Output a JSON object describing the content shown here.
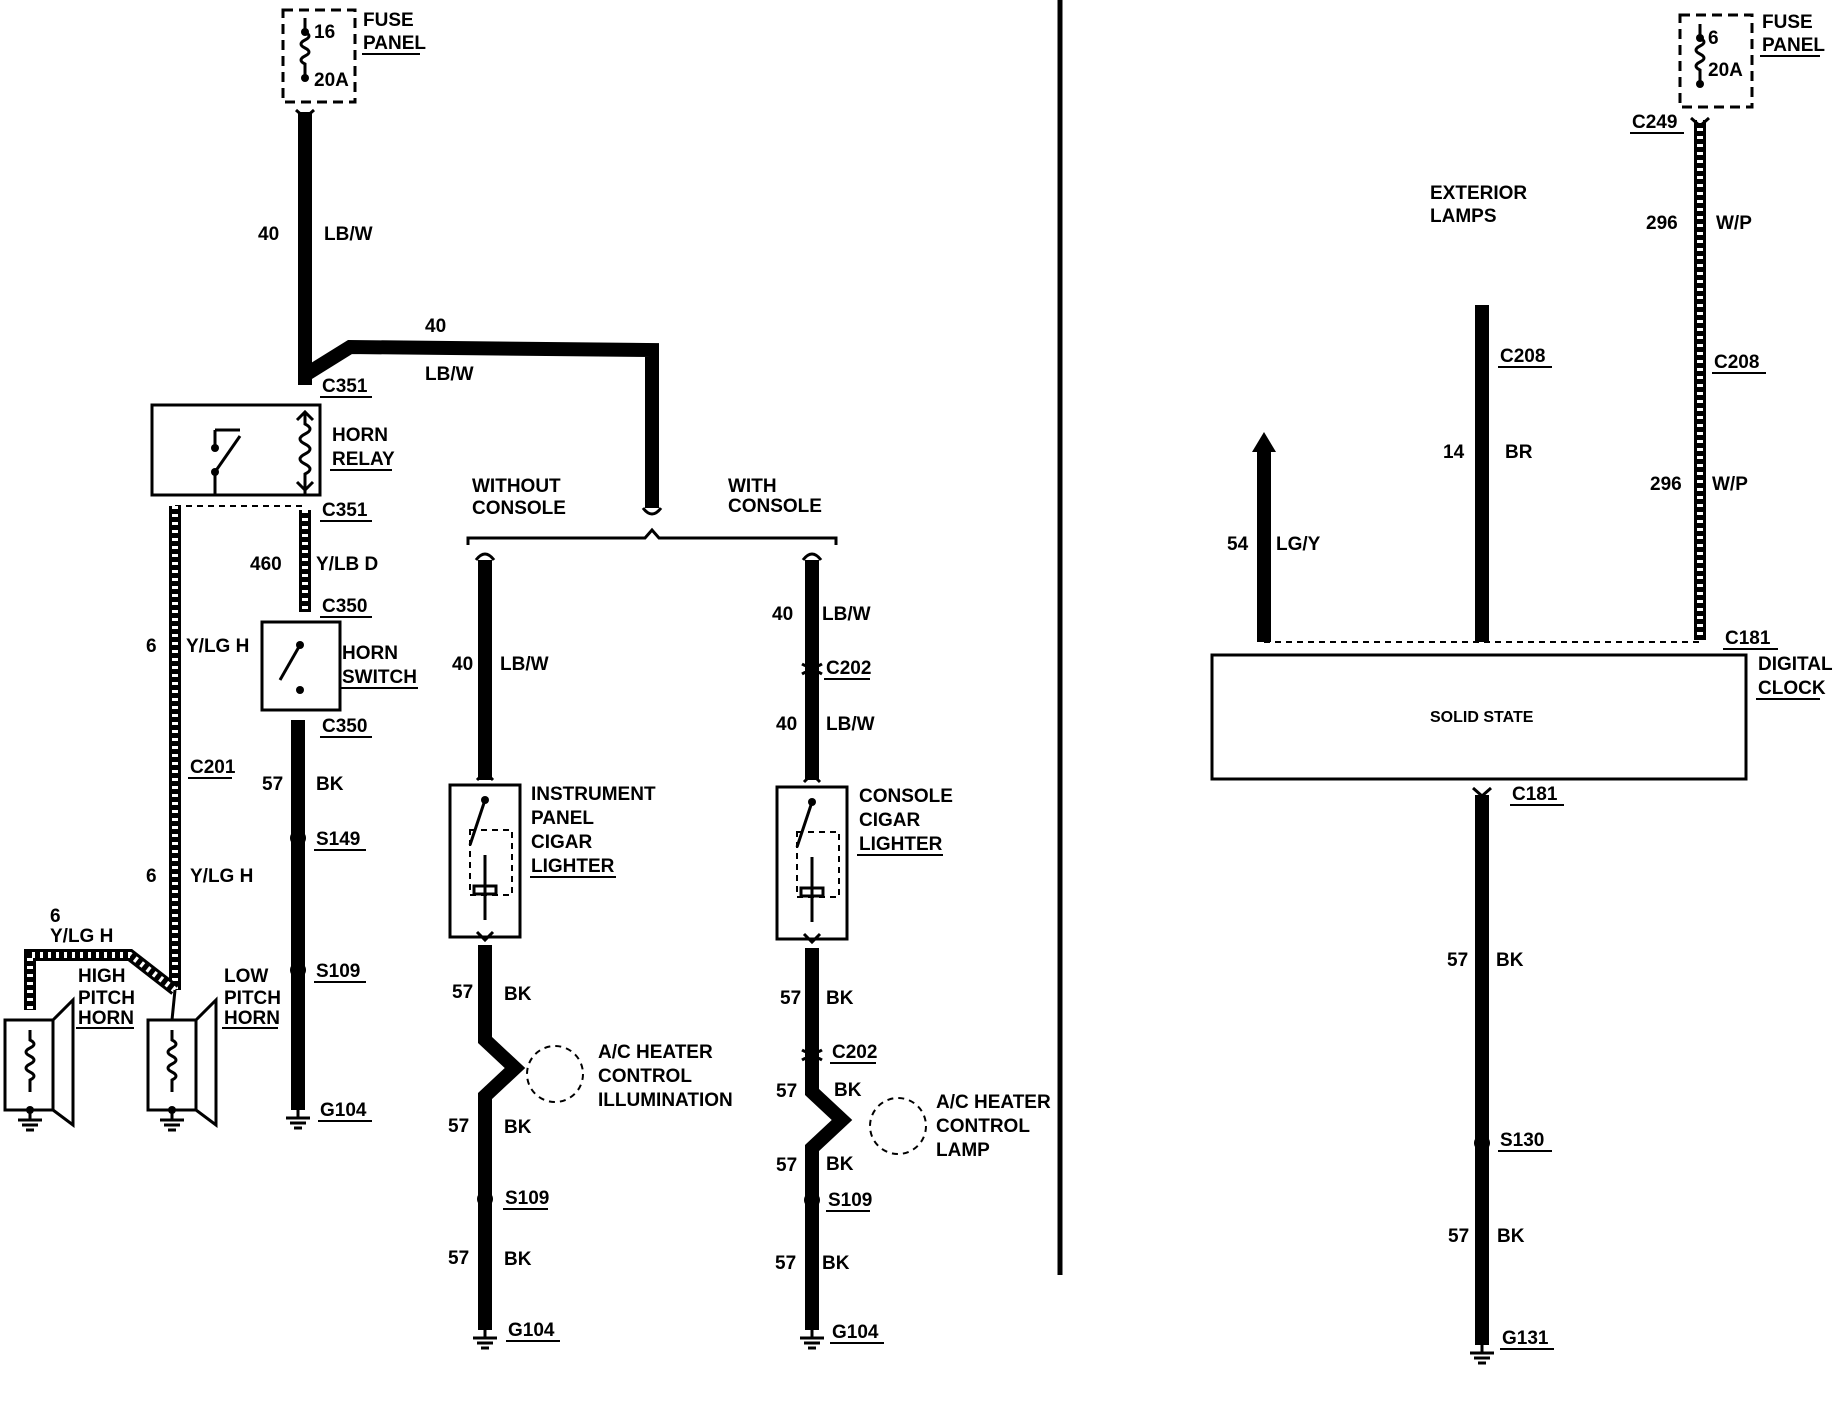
{
  "left_circuit": {
    "fuse_number": "16",
    "fuse_rating": "20A",
    "fuse_label_1": "FUSE",
    "fuse_label_2": "PANEL",
    "feed_wire_number": "40",
    "feed_wire_color": "LB/W",
    "branch_wire_number": "40",
    "branch_wire_color": "LB/W",
    "relay_connector_top": "C351",
    "relay_connector_bottom": "C351",
    "relay_label_1": "HORN",
    "relay_label_2": "RELAY",
    "relay_out_wire_number": "460",
    "relay_out_wire_color": "Y/LB D",
    "switch_connector_top": "C350",
    "switch_connector_bottom": "C350",
    "switch_label_1": "HORN",
    "switch_label_2": "SWITCH",
    "switch_ground_wire_number": "57",
    "switch_ground_wire_color": "BK",
    "splice_1": "S149",
    "splice_2": "S109",
    "ground_1": "G104",
    "horn_wire_number_1": "6",
    "horn_wire_color_1": "Y/LG H",
    "horn_connector": "C201",
    "horn_wire_number_2": "6",
    "horn_wire_color_2": "Y/LG H",
    "horn_wire_number_3": "6",
    "horn_wire_color_3": "Y/LG H",
    "high_horn_1": "HIGH",
    "high_horn_2": "PITCH",
    "high_horn_3": "HORN",
    "low_horn_1": "LOW",
    "low_horn_2": "PITCH",
    "low_horn_3": "HORN"
  },
  "middle_circuit": {
    "without_console_1": "WITHOUT",
    "without_console_2": "CONSOLE",
    "with_console_1": "WITH",
    "with_console_2": "CONSOLE",
    "ip_feed_number": "40",
    "ip_feed_color": "LB/W",
    "ip_lighter_1": "INSTRUMENT",
    "ip_lighter_2": "PANEL",
    "ip_lighter_3": "CIGAR",
    "ip_lighter_4": "LIGHTER",
    "ip_ground_number_1": "57",
    "ip_ground_color_1": "BK",
    "ac_illum_1": "A/C HEATER",
    "ac_illum_2": "CONTROL",
    "ac_illum_3": "ILLUMINATION",
    "ip_ground_number_2": "57",
    "ip_ground_color_2": "BK",
    "ip_splice": "S109",
    "ip_ground_number_3": "57",
    "ip_ground_color_3": "BK",
    "ip_ground": "G104",
    "con_feed_number_1": "40",
    "con_feed_color_1": "LB/W",
    "con_connector": "C202",
    "con_feed_number_2": "40",
    "con_feed_color_2": "LB/W",
    "con_lighter_1": "CONSOLE",
    "con_lighter_2": "CIGAR",
    "con_lighter_3": "LIGHTER",
    "con_ground_number_1": "57",
    "con_ground_color_1": "BK",
    "con_connector_2": "C202",
    "con_ground_number_2": "57",
    "con_ground_color_2": "BK",
    "ac_lamp_1": "A/C HEATER",
    "ac_lamp_2": "CONTROL",
    "ac_lamp_3": "LAMP",
    "con_ground_number_3": "57",
    "con_ground_color_3": "BK",
    "con_splice": "S109",
    "con_ground_number_4": "57",
    "con_ground_color_4": "BK",
    "con_ground": "G104"
  },
  "right_circuit": {
    "fuse_number": "6",
    "fuse_rating": "20A",
    "fuse_label_1": "FUSE",
    "fuse_label_2": "PANEL",
    "fuse_connector": "C249",
    "feed_wire_number_1": "296",
    "feed_wire_color_1": "W/P",
    "feed_connector": "C208",
    "feed_wire_number_2": "296",
    "feed_wire_color_2": "W/P",
    "exterior_lamps_1": "EXTERIOR",
    "exterior_lamps_2": "LAMPS",
    "lamps_connector": "C208",
    "lamps_wire_number": "14",
    "lamps_wire_color": "BR",
    "illum_wire_number": "54",
    "illum_wire_color": "LG/Y",
    "clock_connector_top": "C181",
    "clock_label_1": "DIGITAL",
    "clock_label_2": "CLOCK",
    "clock_body": "SOLID STATE",
    "clock_connector_bottom": "C181",
    "ground_wire_number_1": "57",
    "ground_wire_color_1": "BK",
    "splice": "S130",
    "ground_wire_number_2": "57",
    "ground_wire_color_2": "BK",
    "ground": "G131"
  }
}
